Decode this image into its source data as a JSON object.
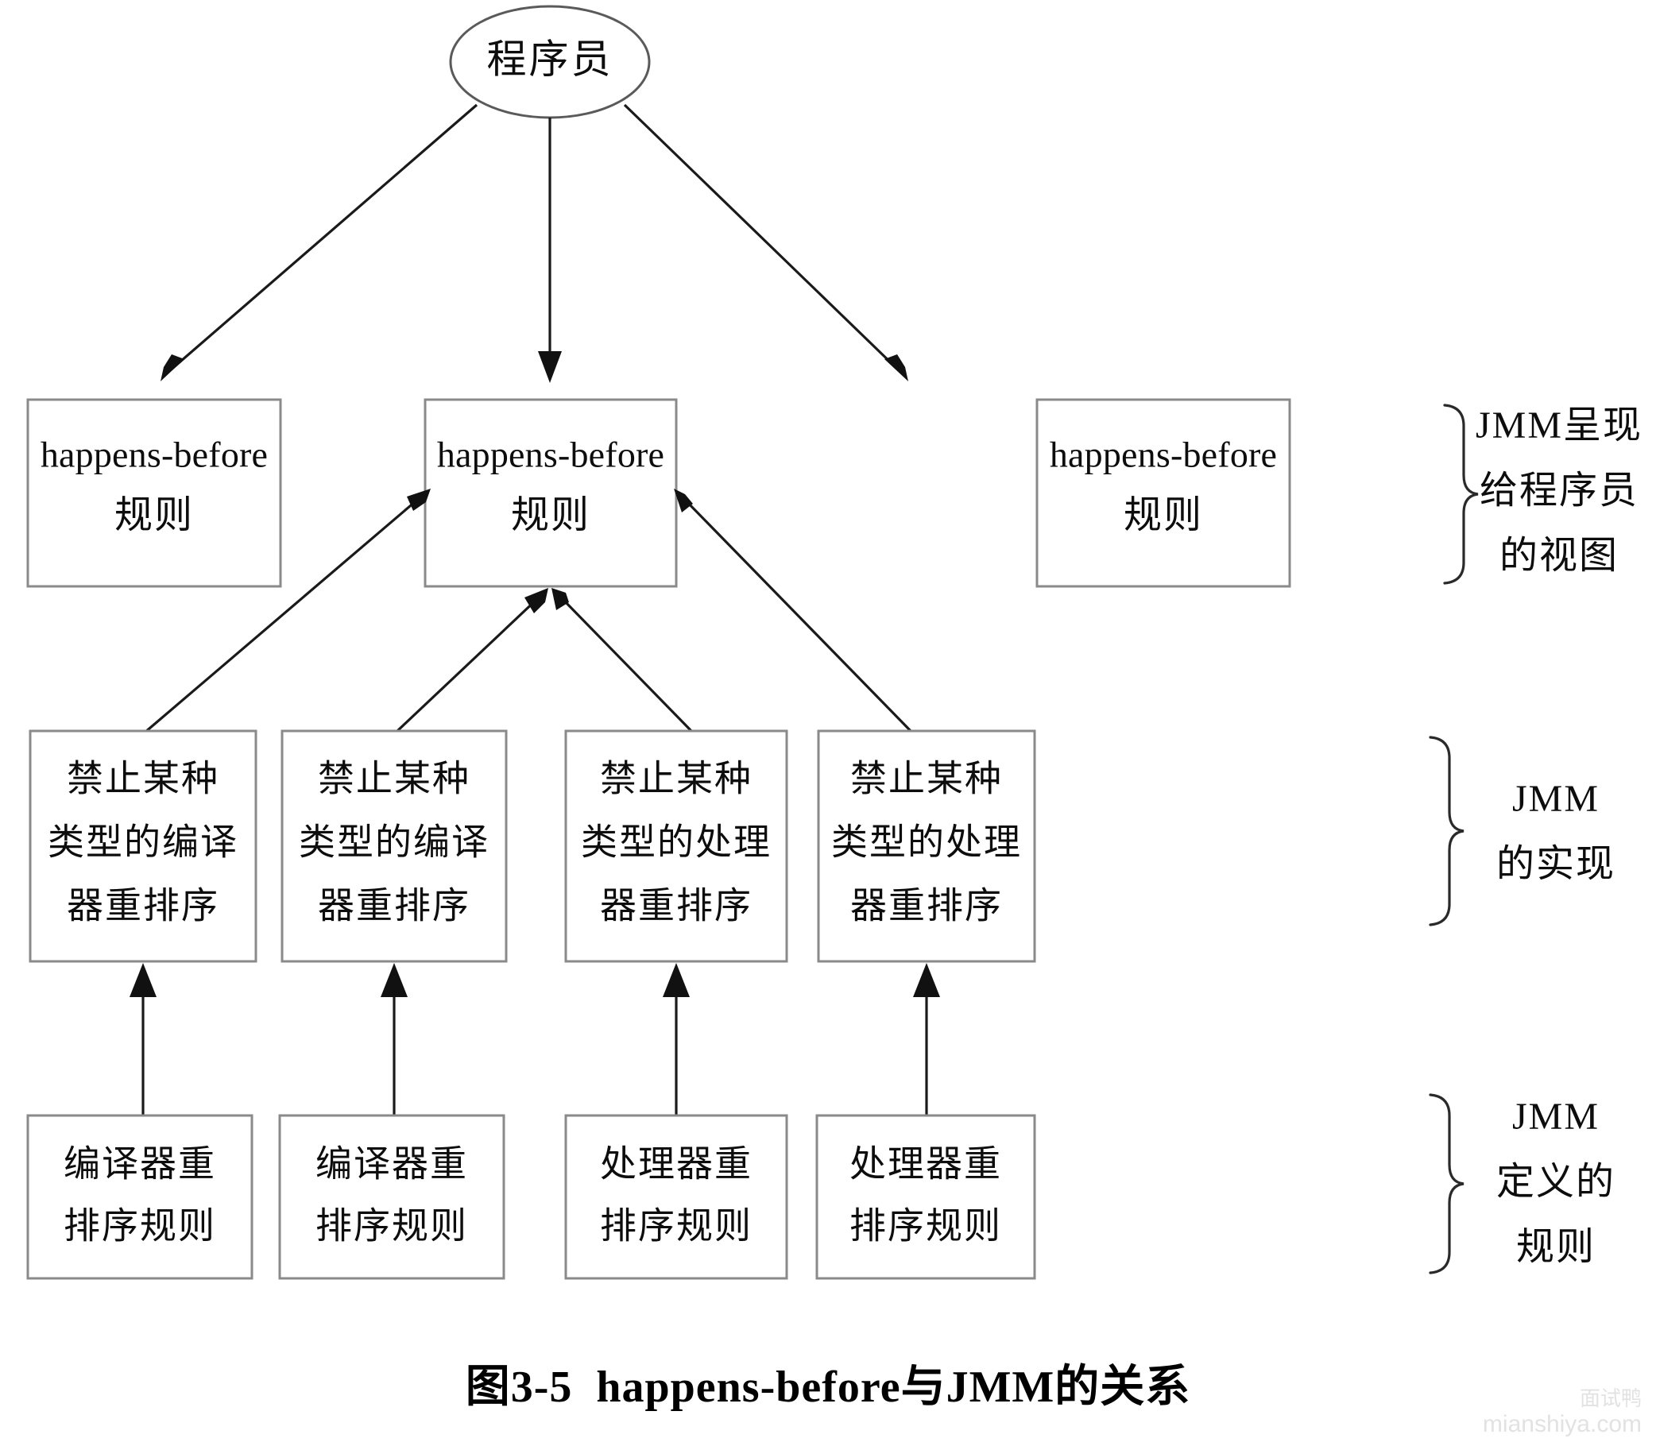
{
  "diagram": {
    "type": "hierarchy-flow",
    "caption": "图3-5  happens-before与JMM的关系",
    "root": {
      "label": "程序员",
      "shape": "ellipse"
    },
    "rows": [
      {
        "id": "row-happens-before",
        "annotation": [
          "JMM呈现",
          "给程序员",
          "的视图"
        ],
        "nodes": [
          {
            "line1": "happens-before",
            "line2": "规则"
          },
          {
            "line1": "happens-before",
            "line2": "规则"
          },
          {
            "line1": "happens-before",
            "line2": "规则"
          }
        ]
      },
      {
        "id": "row-jmm-implementation",
        "annotation": [
          "JMM",
          "的实现"
        ],
        "nodes": [
          {
            "line1": "禁止某种",
            "line2": "类型的编译",
            "line3": "器重排序"
          },
          {
            "line1": "禁止某种",
            "line2": "类型的编译",
            "line3": "器重排序"
          },
          {
            "line1": "禁止某种",
            "line2": "类型的处理",
            "line3": "器重排序"
          },
          {
            "line1": "禁止某种",
            "line2": "类型的处理",
            "line3": "器重排序"
          }
        ]
      },
      {
        "id": "row-jmm-rules",
        "annotation": [
          "JMM",
          "定义的",
          "规则"
        ],
        "nodes": [
          {
            "line1": "编译器重",
            "line2": "排序规则"
          },
          {
            "line1": "编译器重",
            "line2": "排序规则"
          },
          {
            "line1": "处理器重",
            "line2": "排序规则"
          },
          {
            "line1": "处理器重",
            "line2": "排序规则"
          }
        ]
      }
    ]
  },
  "watermark": {
    "brand": "面试鸭",
    "url": "mianshiya.com"
  },
  "colors": {
    "box_stroke": "#8a8a8a",
    "edge": "#1a1a1a",
    "text": "#0d0d0d",
    "background": "#ffffff",
    "watermark": "#e2e2e2"
  }
}
